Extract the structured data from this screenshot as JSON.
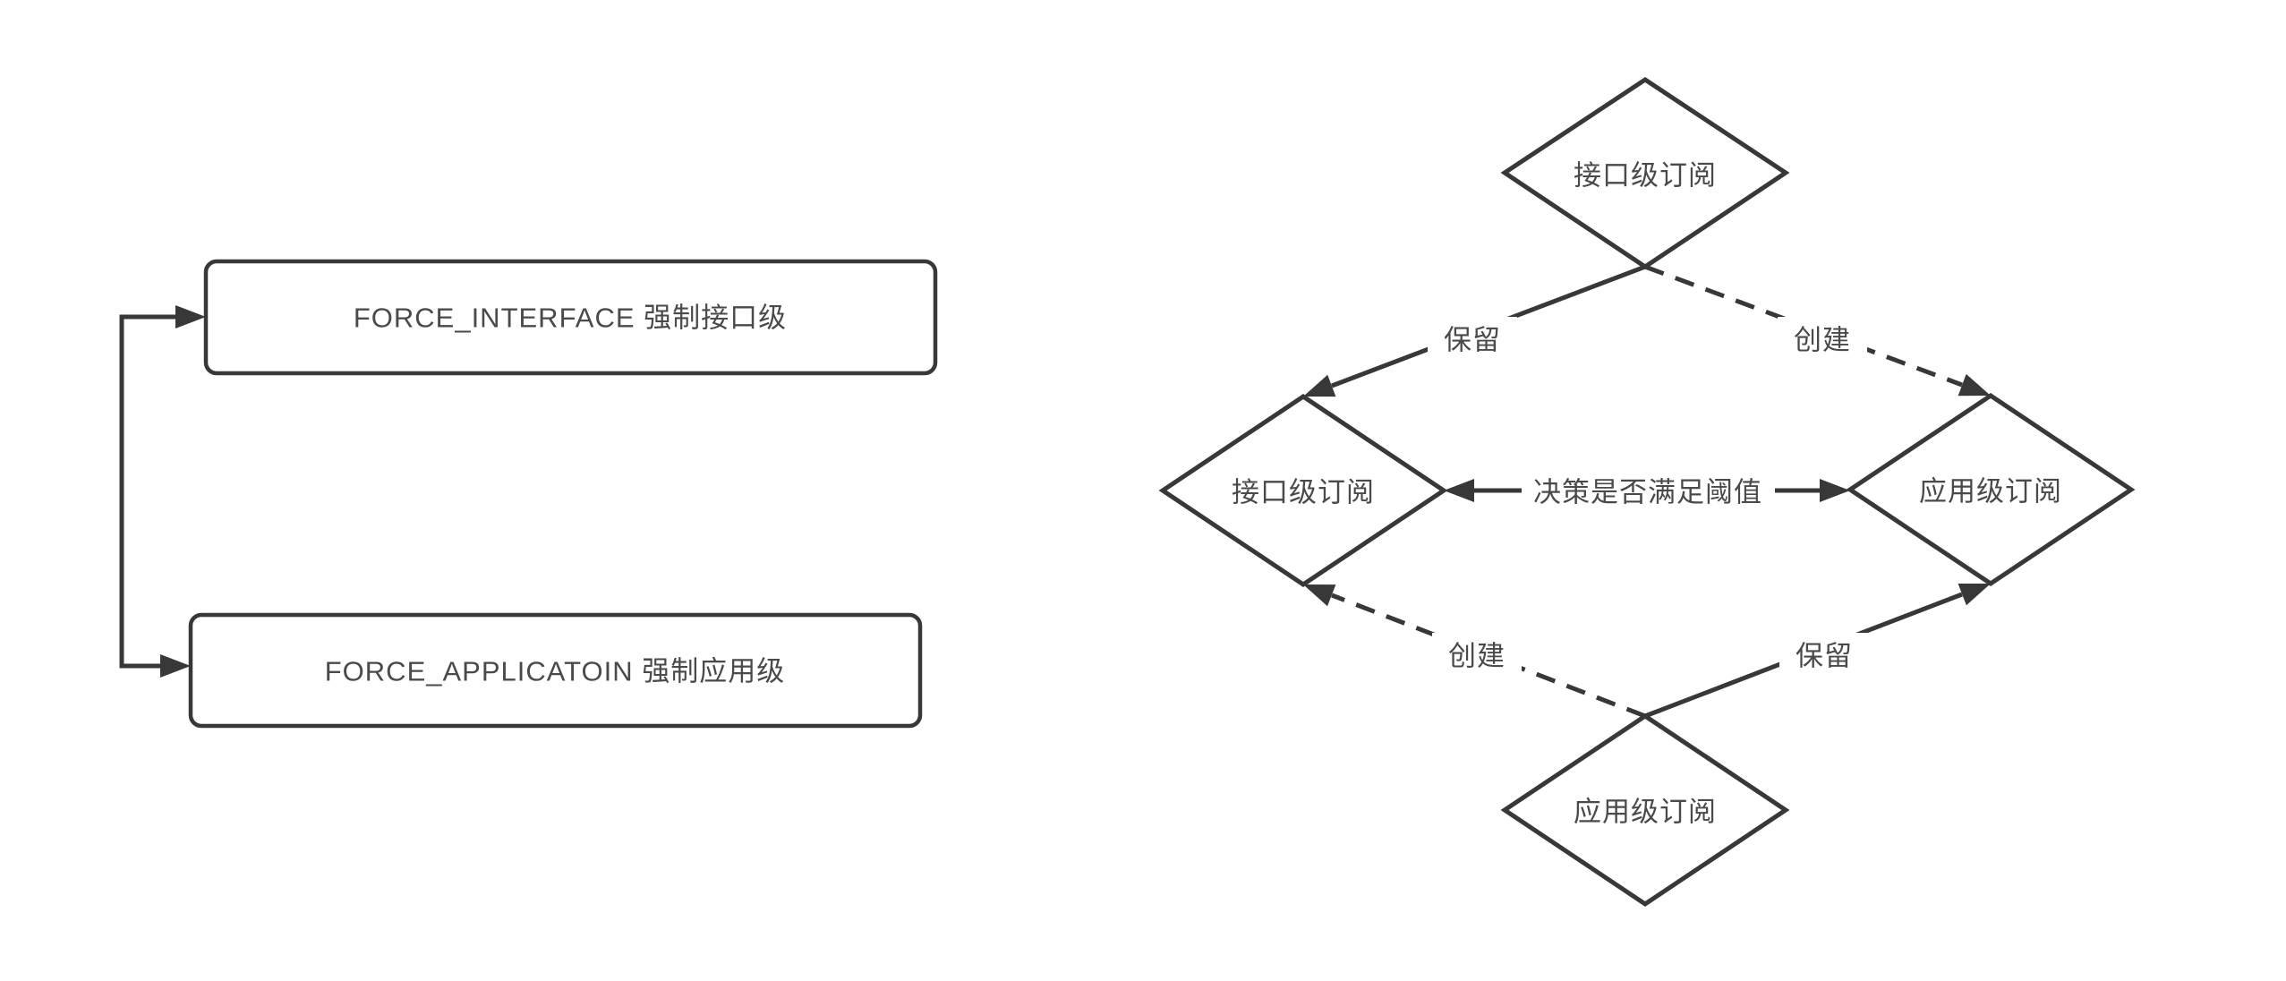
{
  "theme": {
    "background": "#ffffff",
    "stroke": "#383838",
    "text": "#4a4a4a"
  },
  "left_flow": {
    "force_interface_label": "FORCE_INTERFACE 强制接口级",
    "force_application_label": "FORCE_APPLICATOIN 强制应用级"
  },
  "right_flow": {
    "top_node_label": "接口级订阅",
    "left_node_label": "接口级订阅",
    "right_node_label": "应用级订阅",
    "bottom_node_label": "应用级订阅",
    "center_label": "决策是否满足阈值",
    "edge_labels": {
      "top_left": "保留",
      "top_right": "创建",
      "bottom_left": "创建",
      "bottom_right": "保留"
    }
  }
}
